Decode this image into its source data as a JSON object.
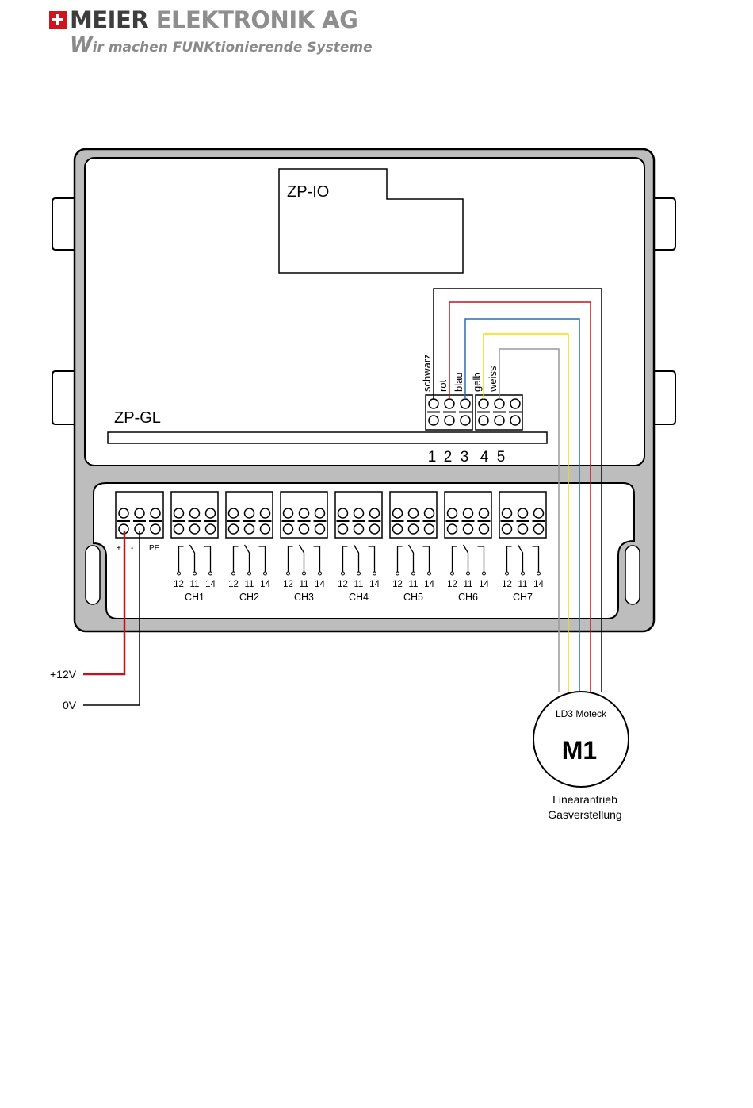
{
  "header": {
    "company_name_dark": "MEIER",
    "company_name_grey": "ELEKTRONIK AG",
    "slogan_initial": "W",
    "slogan_rest": "ir machen FUNKtionierende Systeme"
  },
  "module_io": {
    "label": "ZP-IO"
  },
  "module_gl": {
    "label": "ZP-GL"
  },
  "connector": {
    "wire_labels": [
      "schwarz",
      "rot",
      "blau",
      "gelb",
      "weiss"
    ],
    "pin_numbers": [
      "1",
      "2",
      "3",
      "4",
      "5"
    ]
  },
  "wires": {
    "schwarz": "#000000",
    "rot": "#c8101a",
    "blau": "#2a6fa8",
    "gelb": "#f0e000",
    "weiss": "#9a9a9a"
  },
  "power_terminal": {
    "labels": [
      "+",
      "-",
      "PE"
    ]
  },
  "channels": [
    "CH1",
    "CH2",
    "CH3",
    "CH4",
    "CH5",
    "CH6",
    "CH7"
  ],
  "relay_pins": [
    "12",
    "11",
    "14"
  ],
  "supply": {
    "plus_label": "+12V",
    "zero_label": "0V",
    "plus_color": "#c8101a"
  },
  "motor": {
    "model": "LD3 Moteck",
    "id": "M1",
    "description_line1": "Linearantrieb",
    "description_line2": "Gasverstellung"
  }
}
